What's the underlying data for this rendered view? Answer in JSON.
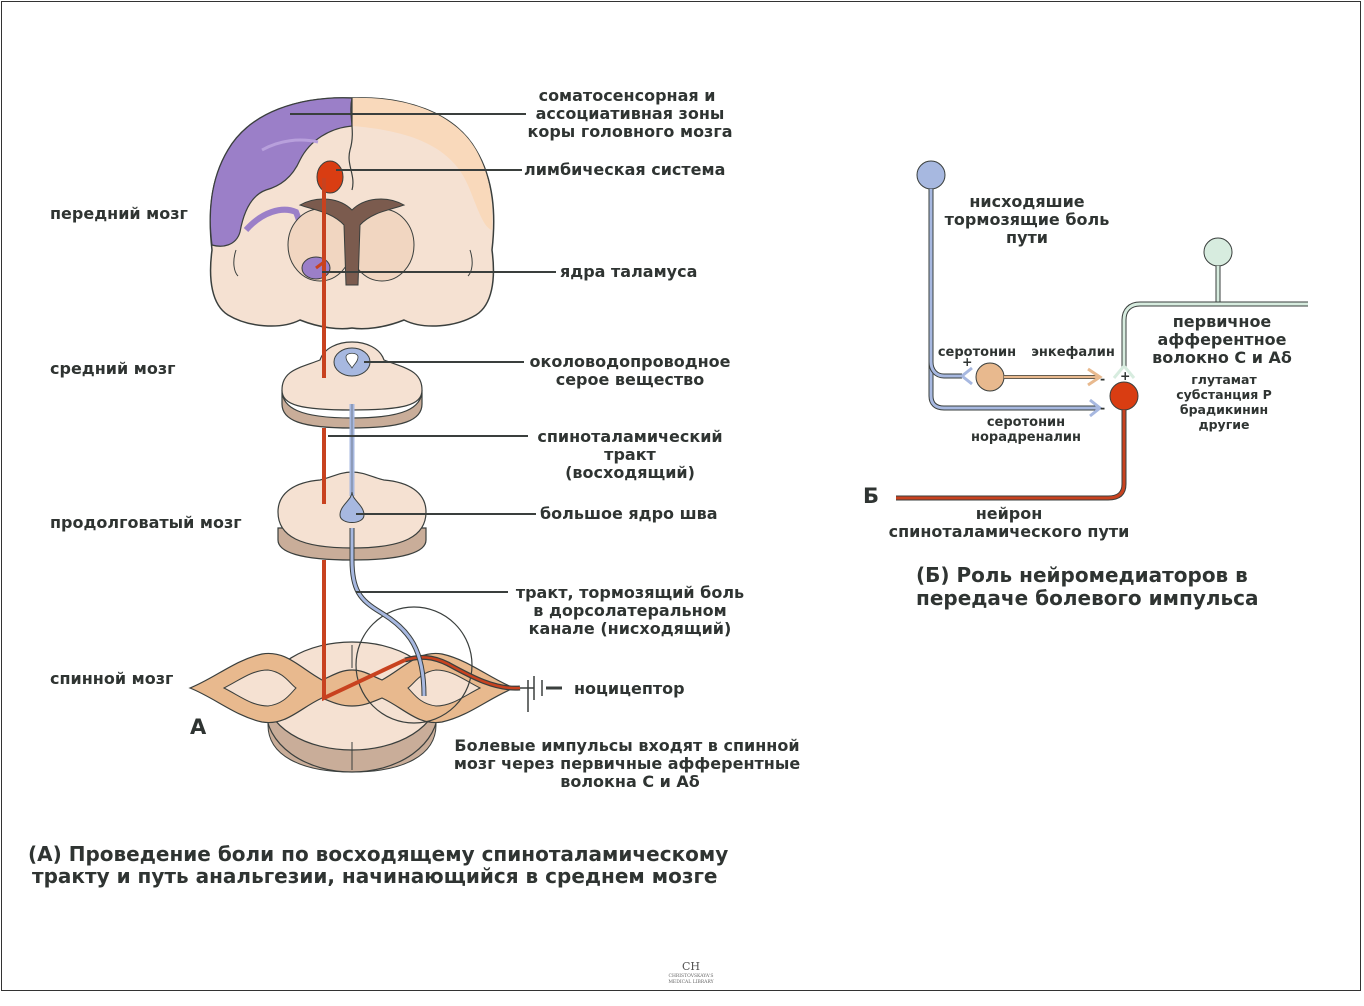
{
  "panel_a": {
    "region_labels": {
      "forebrain": "передний мозг",
      "midbrain": "средний мозг",
      "medulla": "продолговатый мозг",
      "spinal_cord": "спинной мозг"
    },
    "letter": "А",
    "callouts": {
      "cortex": [
        "соматосенсорная и",
        "ассоциативная зоны",
        "коры головного мозга"
      ],
      "limbic": [
        "лимбическая система"
      ],
      "thalamus": [
        "ядра таламуса"
      ],
      "pag": [
        "околоводопроводное",
        "серое вещество"
      ],
      "spinothalamic": [
        "спиноталамический",
        "тракт",
        "(восходящий)"
      ],
      "raphe": [
        "большое ядро шва"
      ],
      "descending": [
        "тракт, тормозящий боль",
        "в дорсолатеральном",
        "канале (нисходящий)"
      ],
      "nociceptor": [
        "ноцицептор"
      ],
      "impulses": [
        "Болевые импульсы входят в спинной",
        "мозг через первичные афферентные",
        "волокна С и Аδ"
      ]
    },
    "caption": [
      "(А) Проведение боли по восходящему спиноталамическому",
      "тракту и путь анальгезии, начинающийся в среднем мозге"
    ]
  },
  "panel_b": {
    "letter": "Б",
    "descending_label": [
      "нисходяшие",
      "тормозящие боль",
      "пути"
    ],
    "afferent_label": [
      "первичное",
      "афферентное",
      "волокно С и Аδ"
    ],
    "serotonin_top": "серотонин",
    "enkephalin": "энкефалин",
    "serotonin_nor": [
      "серотонин",
      "норадреналин"
    ],
    "mediators": [
      "глутамат",
      "субстанция Р",
      "брадикинин",
      "другие"
    ],
    "neuron_label": [
      "нейрон",
      "спиноталамического пути"
    ],
    "signs": {
      "plus1": "+",
      "minus1": "-",
      "minus2": "-",
      "plus2": "+"
    },
    "caption": [
      "(Б) Роль нейромедиаторов в",
      "передаче болевого импульса"
    ]
  },
  "logo": {
    "mark": "CH",
    "line1": "CHRISTOVSKAYA'S",
    "line2": "MEDICAL LIBRARY"
  },
  "colors": {
    "tissue": "#f5e1d2",
    "tissue_dark": "#dfc3ac",
    "spinal_tan": "#e8b98e",
    "cortex_purple": "#9b7fc8",
    "cortex_purple_light": "#b8a0dc",
    "cortex_peach": "#f9d9bb",
    "red_pathway": "#c8421f",
    "limbic_red": "#d93d12",
    "blue_pathway": "#a7b8e0",
    "brown_ventricle": "#7b5b4e",
    "green_fiber": "#d7ecdf",
    "line": "#3a3f3d"
  }
}
